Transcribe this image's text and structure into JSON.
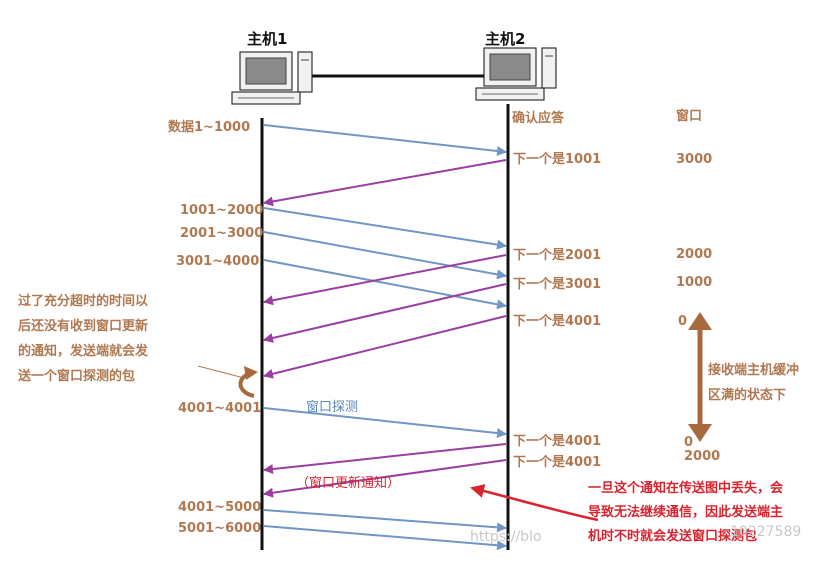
{
  "hosts": {
    "host1": "主机1",
    "host2": "主机2"
  },
  "headers": {
    "ack": "确认应答",
    "window": "窗口"
  },
  "segments": [
    "数据1~1000",
    "1001~2000",
    "2001~3000",
    "3001~4000",
    "4001~4001",
    "4001~5000",
    "5001~6000"
  ],
  "acks": [
    "下一个是1001",
    "下一个是2001",
    "下一个是3001",
    "下一个是4001",
    "下一个是4001",
    "下一个是4001"
  ],
  "windows": [
    "3000",
    "2000",
    "1000",
    "0",
    "0",
    "2000"
  ],
  "labels": {
    "window_probe": "窗口探测",
    "window_update": "（窗口更新通知）"
  },
  "notes": {
    "timeout": [
      "过了充分超时的时间以",
      "后还没有收到窗口更新",
      "的通知，发送端就会发",
      "送一个窗口探测的包"
    ],
    "buffer_full": [
      "接收端主机缓冲",
      "区满的状态下"
    ],
    "lost_notice": [
      "一旦这个通知在传送图中丢失，会",
      "导致无法继续通信，因此发送端主",
      "机时不时就会发送窗口探测包"
    ]
  },
  "watermark": {
    "left": "https://blo",
    "right": "10227589"
  },
  "colors": {
    "data_arrow": "#6f96c4",
    "ack_arrow": "#9a3fa0",
    "label_brown": "#b07850",
    "red": "#d8242f",
    "timeline": "#111111"
  }
}
